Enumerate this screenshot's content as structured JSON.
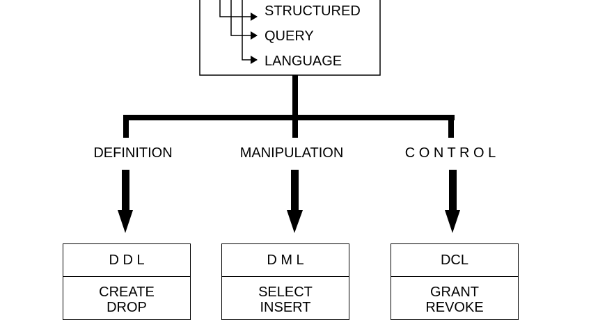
{
  "sql_box": {
    "words": [
      "STRUCTURED",
      "QUERY",
      "LANGUAGE"
    ]
  },
  "categories": [
    {
      "label": "DEFINITION",
      "box_title": "D D L",
      "commands": [
        "CREATE",
        "DROP"
      ]
    },
    {
      "label": "MANIPULATION",
      "box_title": "D M L",
      "commands": [
        "SELECT",
        "INSERT"
      ]
    },
    {
      "label": "C O N T R O L",
      "box_title": "DCL",
      "commands": [
        "GRANT",
        "REVOKE"
      ]
    }
  ]
}
